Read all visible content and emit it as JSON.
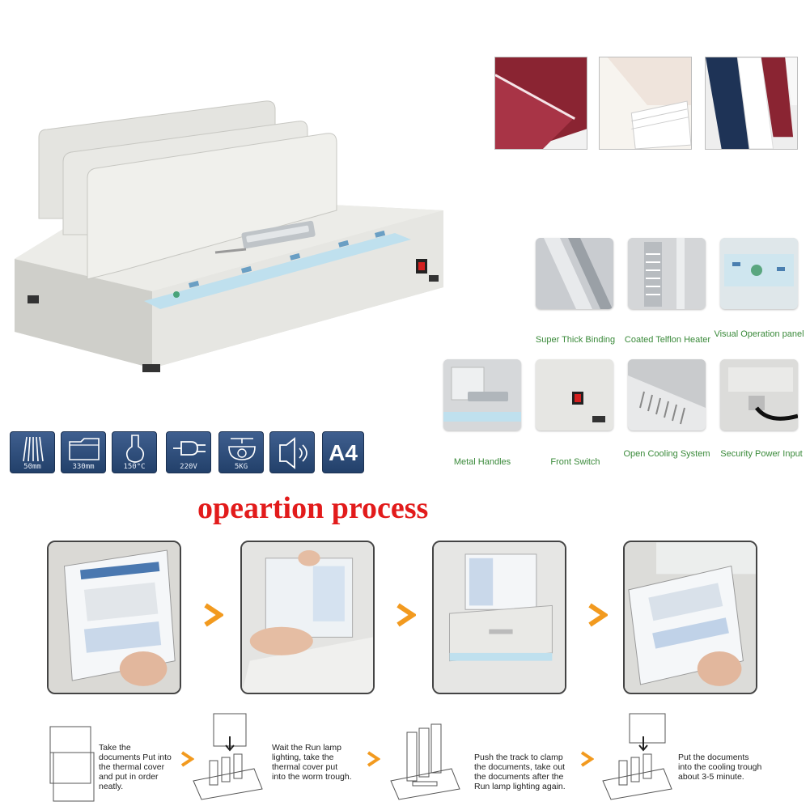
{
  "features": [
    {
      "label": "Super Thick Binding"
    },
    {
      "label": "Coated Telflon Heater"
    },
    {
      "label": "Visual Operation panel"
    },
    {
      "label": "Metal Handles"
    },
    {
      "label": "Front Switch"
    },
    {
      "label": "Open Cooling System"
    },
    {
      "label": "Security Power Input"
    }
  ],
  "specs": [
    {
      "icon": "binding-thickness-icon",
      "caption": "50mm"
    },
    {
      "icon": "paper-width-icon",
      "caption": "330mm"
    },
    {
      "icon": "thermometer-icon",
      "caption": "150°C"
    },
    {
      "icon": "power-plug-icon",
      "caption": "220V"
    },
    {
      "icon": "weight-scale-icon",
      "caption": "5KG"
    },
    {
      "icon": "speaker-icon",
      "caption": ""
    },
    {
      "icon": "a4-paper-icon",
      "caption": "A4"
    }
  ],
  "process": {
    "title": "opeartion process",
    "steps": [
      {
        "text": "Take the documents Put into the thermal cover and put in order neatly."
      },
      {
        "text": "Wait the Run lamp lighting, take the thermal cover put into the worm trough."
      },
      {
        "text": "Push the track to clamp the documents, take out the documents after the Run lamp lighting again."
      },
      {
        "text": "Put the documents into the cooling trough about 3-5 minute."
      }
    ]
  },
  "colors": {
    "title_red": "#e21b1b",
    "feature_green": "#3a8a3a",
    "spec_blue": "#2f4f7f",
    "arrow_orange": "#f29a1f",
    "panel_blue": "#bfe0ee"
  }
}
